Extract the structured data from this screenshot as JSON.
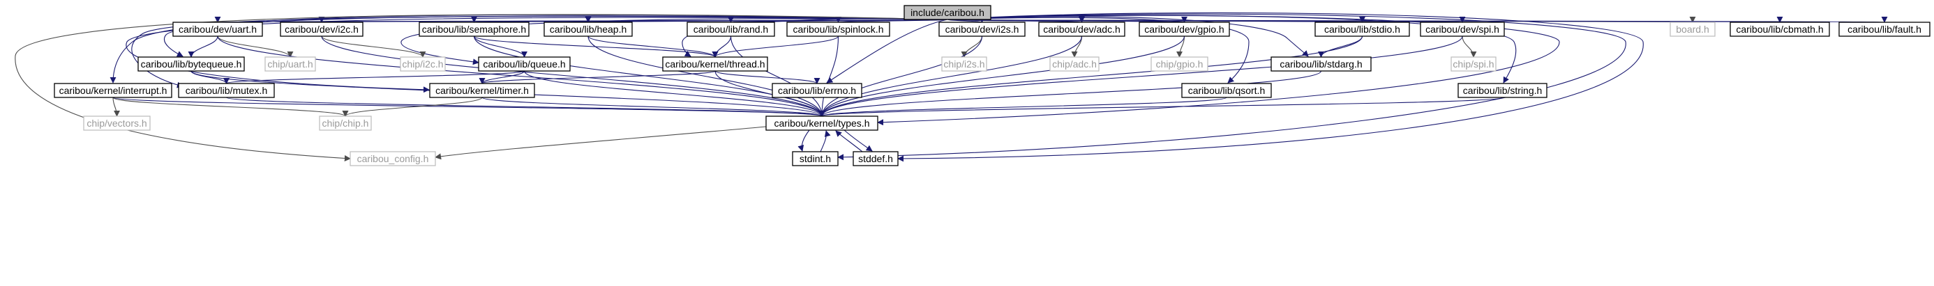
{
  "graph": {
    "root": "include/caribou.h",
    "nodes": {
      "root": "include/caribou.h",
      "uart": "caribou/dev/uart.h",
      "i2c": "caribou/dev/i2c.h",
      "semaphore": "caribou/lib/semaphore.h",
      "heap": "caribou/lib/heap.h",
      "rand": "caribou/lib/rand.h",
      "spinlock": "caribou/lib/spinlock.h",
      "i2s": "caribou/dev/i2s.h",
      "adc": "caribou/dev/adc.h",
      "gpio": "caribou/dev/gpio.h",
      "stdio": "caribou/lib/stdio.h",
      "spi": "caribou/dev/spi.h",
      "board": "board.h",
      "cbmath": "caribou/lib/cbmath.h",
      "fault": "caribou/lib/fault.h",
      "bytequeue": "caribou/lib/bytequeue.h",
      "chip_uart": "chip/uart.h",
      "chip_i2c": "chip/i2c.h",
      "queue": "caribou/lib/queue.h",
      "thread": "caribou/kernel/thread.h",
      "chip_i2s": "chip/i2s.h",
      "chip_adc": "chip/adc.h",
      "chip_gpio": "chip/gpio.h",
      "stdarg": "caribou/lib/stdarg.h",
      "chip_spi": "chip/spi.h",
      "interrupt": "caribou/kernel/interrupt.h",
      "mutex": "caribou/lib/mutex.h",
      "timer": "caribou/kernel/timer.h",
      "errno": "caribou/lib/errno.h",
      "qsort": "caribou/lib/qsort.h",
      "string": "caribou/lib/string.h",
      "chip_vectors": "chip/vectors.h",
      "chip_chip": "chip/chip.h",
      "types": "caribou/kernel/types.h",
      "config": "caribou_config.h",
      "stdint": "stdint.h",
      "stddef": "stddef.h"
    }
  }
}
